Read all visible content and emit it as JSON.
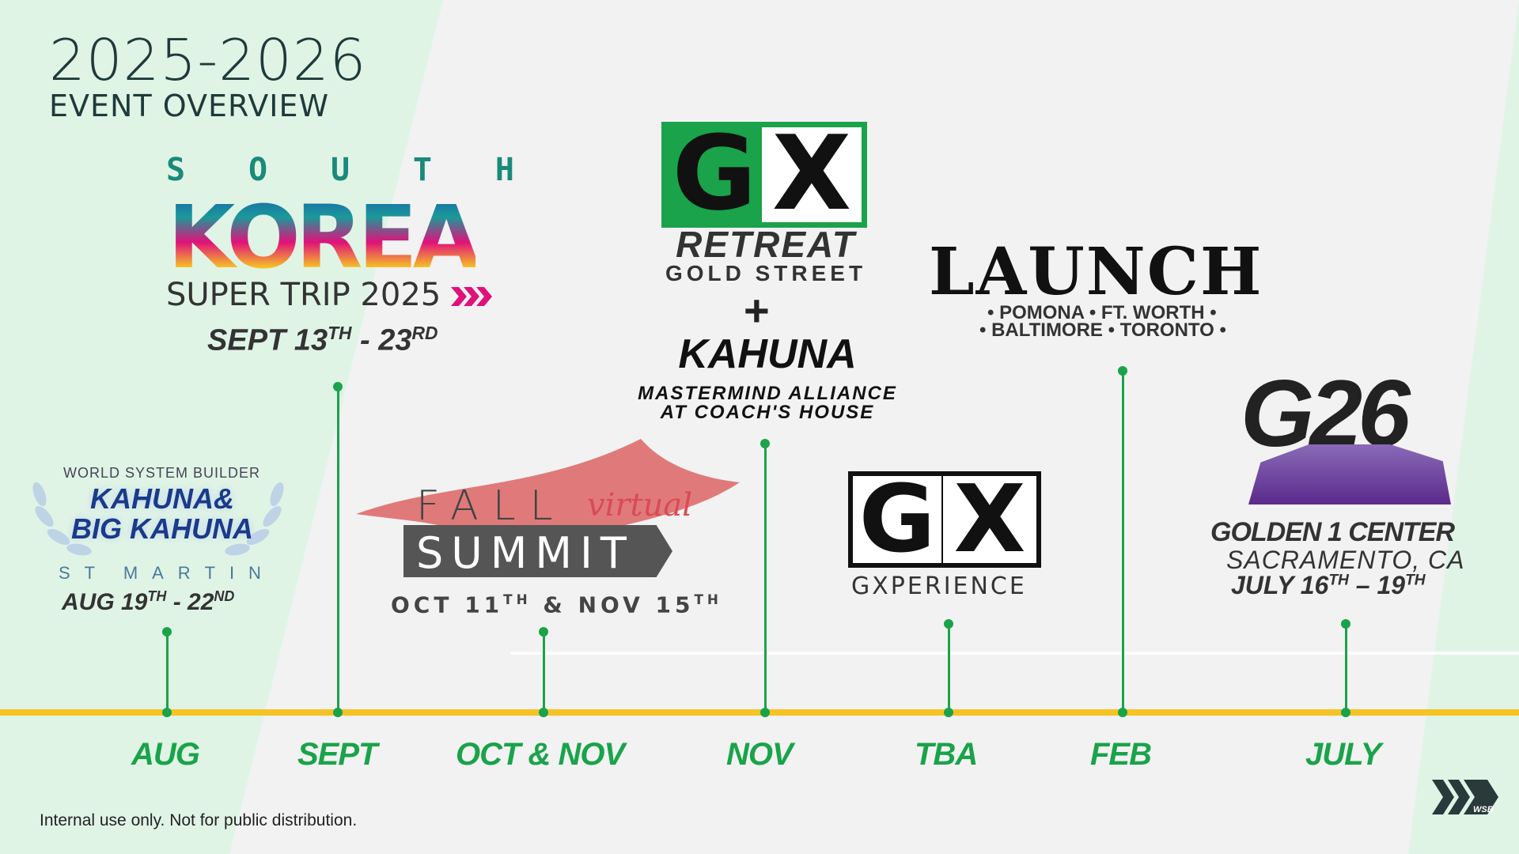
{
  "title": {
    "year": "2025-2026",
    "subtitle": "EVENT OVERVIEW"
  },
  "colors": {
    "axis": "#f6c324",
    "accent": "#1aa34a",
    "bg_left": "#e0f4e6",
    "bg_main": "#f2f2f2"
  },
  "months": [
    {
      "label": "AUG"
    },
    {
      "label": "SEPT"
    },
    {
      "label": "OCT & NOV"
    },
    {
      "label": "NOV"
    },
    {
      "label": "TBA"
    },
    {
      "label": "FEB"
    },
    {
      "label": "JULY"
    }
  ],
  "events": {
    "korea": {
      "letters": [
        "S",
        "O",
        "U",
        "T",
        "H"
      ],
      "word": "KOREA",
      "trip": "SUPER TRIP 2025",
      "date_a": "SEPT 13",
      "sup_a": "TH",
      "date_b": " - 23",
      "sup_b": "RD"
    },
    "kahuna_stmartin": {
      "small": "WORLD SYSTEM BUILDER",
      "line1": "KAHUNA&",
      "line2": "BIG KAHUNA",
      "place_letters": [
        "S",
        "T",
        " ",
        "M",
        "A",
        "R",
        "T",
        "I",
        "N"
      ],
      "date_a": "AUG 19",
      "sup_a": "TH",
      "date_b": " - 22",
      "sup_b": "ND"
    },
    "fall_summit": {
      "fall": "FALL",
      "virtual": "virtual",
      "summit": "SUMMIT",
      "date_a": "OCT 11",
      "sup_a": "TH",
      "date_b": " & NOV 15",
      "sup_b": "TH"
    },
    "gx_retreat": {
      "g": "G",
      "x": "X",
      "retreat": "RETREAT",
      "gold_street": "GOLD STREET",
      "plus": "+",
      "kahuna": "KAHUNA",
      "mm1": "MASTERMIND ALLIANCE",
      "mm2": "AT COACH'S HOUSE"
    },
    "gxperience": {
      "g": "G",
      "x": "X",
      "name": "GXPERIENCE"
    },
    "launch": {
      "title": "LAUNCH",
      "cities1": "• POMONA • FT. WORTH •",
      "cities2": "• BALTIMORE • TORONTO •"
    },
    "g26": {
      "title": "G26",
      "venue": "GOLDEN 1 CENTER",
      "city": "SACRAMENTO, CA",
      "date_a": "JULY 16",
      "sup_a": "TH",
      "date_b": " – 19",
      "sup_b": "TH"
    }
  },
  "footer": "Internal use only. Not for public distribution.",
  "brand_logo": "WSB"
}
